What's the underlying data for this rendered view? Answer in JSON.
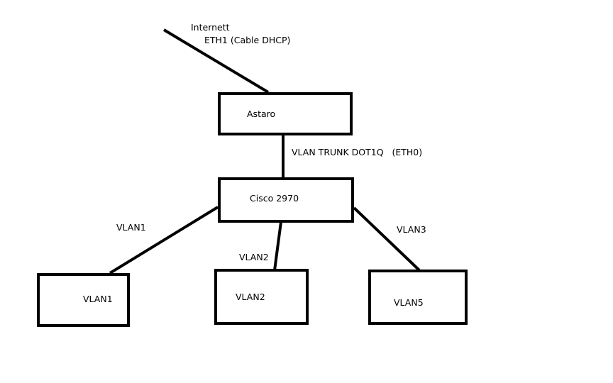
{
  "diagram": {
    "internet_label": "Internett",
    "internet_link_label": "ETH1 (Cable DHCP)",
    "firewall": {
      "label": "Astaro"
    },
    "trunk_link_label": "VLAN TRUNK DOT1Q   (ETH0)",
    "switch": {
      "label": "Cisco 2970"
    },
    "links": [
      {
        "label": "VLAN1"
      },
      {
        "label": "VLAN2"
      },
      {
        "label": "VLAN3"
      }
    ],
    "endpoints": [
      {
        "label": "VLAN1"
      },
      {
        "label": "VLAN2"
      },
      {
        "label": "VLAN5"
      }
    ],
    "line_color": "#000000",
    "background": "#ffffff"
  }
}
